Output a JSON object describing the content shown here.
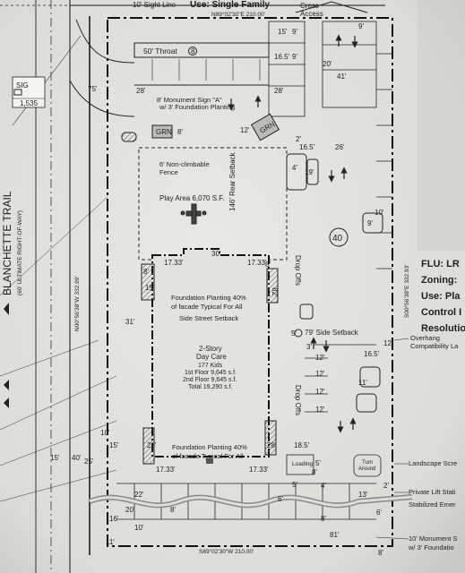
{
  "top": {
    "sight_line": "10' Sight Line",
    "use_label": "Use: Single Family",
    "bearing_top": "N89°02'30\"E 210.00'",
    "cross_access": "Cross\nAccess"
  },
  "road": {
    "name": "BLANCHETTE TRAIL",
    "row_note": "(60' ULTIMATE RIGHT-OF-WAY)",
    "bearing_left": "N00°56'38\"W 332.99'"
  },
  "bearings": {
    "right": "S00°56'38\"E 332.93'",
    "bottom": "S89°02'30\"W 210.00'"
  },
  "labels": {
    "throat": "50' Throat",
    "monument_a": "8' Monument Sign \"A\"",
    "monument_a_sub": "w/ 3' Foundation Planting",
    "fence": "6' Non-climbable\nFence",
    "play_area": "Play Area 6,070 S.F.",
    "rear_setback": "146' Rear Setback",
    "side_street_setback": "Side Street Setback",
    "foundation_top": "Foundation Planting 40%\nof facade Typical For All",
    "foundation_bottom": "Foundation Planting 40%\nof facade Typical For All",
    "setback_79": "79' Side Setback",
    "drop_offs_top": "Drop Offs",
    "drop_offs_bottom": "Drop Offs",
    "loading": "Loading",
    "turn_around": "Turn\nAround",
    "stall_count": "40",
    "grn_1": "GRN",
    "grn_2": "GRN"
  },
  "building": {
    "title": "2-Story",
    "use": "Day Care",
    "kids": "177 Kids",
    "floor1": "1st Floor 9,645 s.f.",
    "floor2": "2nd Floor 9,645 s.f.",
    "total": "Total 19,290 s.f."
  },
  "dims": {
    "d_15": "15'",
    "d_9a": "9'",
    "d_16_5a": "16.5'",
    "d_9b": "9'",
    "d_20": "20'",
    "d_41": "41'",
    "d_9c": "9'",
    "d_28a": "28'",
    "d_28b": "28'",
    "d_12": "12'",
    "d_2": "2'",
    "d_16_5b": "16.5'",
    "d_26": "26'",
    "d_4": "4'",
    "d_19": "19'",
    "d_9d": "9'",
    "d_10": "10'",
    "d_75": "75'",
    "d_8a": "8'",
    "d_15b": "15'",
    "d_8b": "8'",
    "d_31": "31'",
    "d_17_33a": "17.33'",
    "d_30": "30'",
    "d_17_33b": "17.33'",
    "d_8c": "8'",
    "d_82": "82'",
    "d_5a": "5'",
    "d_12b": "12'",
    "d_16_5c": "16.5'",
    "d_3": "3'",
    "d_12c": "12'",
    "d_12d": "12'",
    "d_12e": "12'",
    "d_12f": "12'",
    "d_11": "11'",
    "d_18_5": "18.5'",
    "d_5b": "5'",
    "d_28c": "28'",
    "d_28d": "28'",
    "d_17_33c": "17.33'",
    "d_17_33d": "17.33'",
    "d_10b": "10'",
    "d_40": "40'",
    "d_15c": "15'",
    "d_25": "25'",
    "d_22": "22'",
    "d_20b": "20'",
    "d_8d": "8'",
    "d_10c": "10'",
    "d_16": "16'",
    "d_6": "6'",
    "d_4b": "4'",
    "d_13": "13'",
    "d_2b": "2'",
    "d_5c": "5'",
    "d_6b": "6'",
    "d_11b": "11'",
    "d_81": "81'",
    "d_8e": "8'",
    "d_8f": "8'",
    "d_8g": "8'"
  },
  "right_cut": {
    "flu": "FLU: LR",
    "zoning": "Zoning:",
    "use": "Use: Pla",
    "control": "Control I",
    "resolution": "Resolutio"
  },
  "right_notes": {
    "overhang": "Overhang",
    "compat": "Compatibility La",
    "landscape": "Landscape Scre",
    "lift": "Private Lift Stati",
    "stabilized": "Stabilized Emer",
    "monument": "10' Monument S",
    "monument_sub": "w/ 3' Foundatio"
  },
  "left_key": {
    "k1": "SIG",
    "k2": "1,535"
  }
}
